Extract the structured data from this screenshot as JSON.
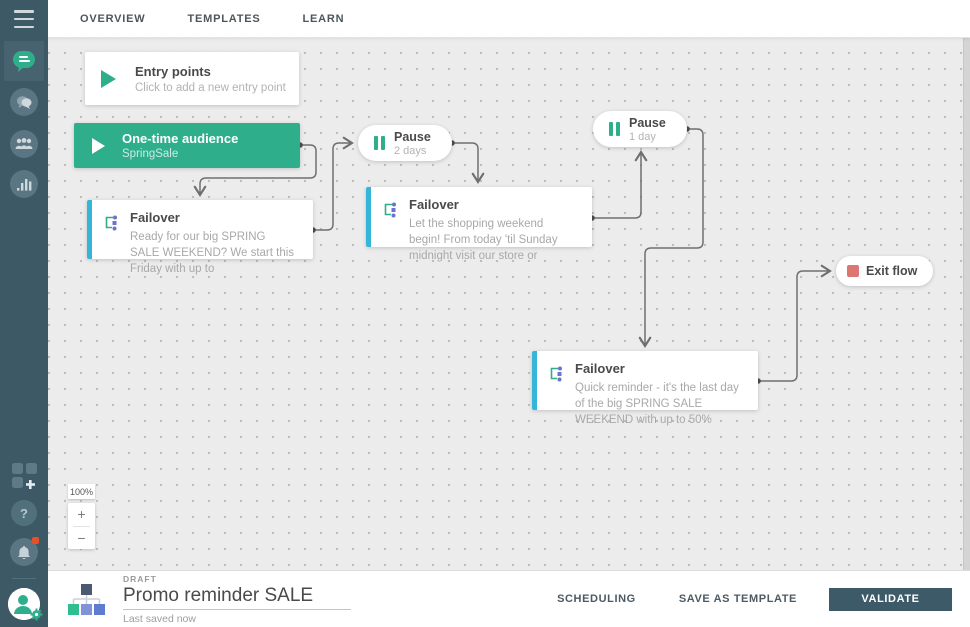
{
  "nav": {
    "items": [
      {
        "label": "OVERVIEW"
      },
      {
        "label": "TEMPLATES"
      },
      {
        "label": "LEARN"
      }
    ]
  },
  "sidebar": {
    "icons": [
      "menu-icon",
      "flows-chat-bubble-icon",
      "conversations-icon",
      "audiences-people-icon",
      "analytics-bars-icon",
      "apps-grid-icon",
      "help-icon",
      "notifications-bell-icon",
      "user-avatar"
    ],
    "help_glyph": "?",
    "notification_badge": true
  },
  "canvas": {
    "zoom": {
      "level": "100%",
      "in": "+",
      "out": "−"
    },
    "nodes": {
      "entry": {
        "title": "Entry points",
        "subtitle": "Click to add a new entry point"
      },
      "audience": {
        "title": "One-time audience",
        "subtitle": "SpringSale"
      },
      "pause1": {
        "title": "Pause",
        "subtitle": "2 days"
      },
      "pause2": {
        "title": "Pause",
        "subtitle": "1 day"
      },
      "failover1": {
        "title": "Failover",
        "desc": "Ready for our big SPRING SALE WEEKEND? We start this Friday with up to"
      },
      "failover2": {
        "title": "Failover",
        "desc": "Let the shopping weekend begin! From today 'til Sunday midnight visit our store or"
      },
      "failover3": {
        "title": "Failover",
        "desc": "Quick reminder - it's the last day of the big SPRING SALE WEEKEND with up to 50%"
      },
      "exit": {
        "title": "Exit flow"
      }
    }
  },
  "footer": {
    "status": "DRAFT",
    "title": "Promo reminder SALE",
    "saved": "Last saved now",
    "actions": [
      {
        "label": "SCHEDULING"
      },
      {
        "label": "SAVE AS TEMPLATE"
      }
    ],
    "validate_label": "VALIDATE"
  },
  "colors": {
    "brand_green": "#2fae8c",
    "failover_accent_cyan": "#35b5d8",
    "exit_red": "#dd7672",
    "badge_orange": "#e8502a",
    "sidebar_bg": "#3d5966",
    "validate_bg": "#3d5a68",
    "canvas_bg": "#ececec",
    "connector_gray": "#6f6f6f"
  }
}
